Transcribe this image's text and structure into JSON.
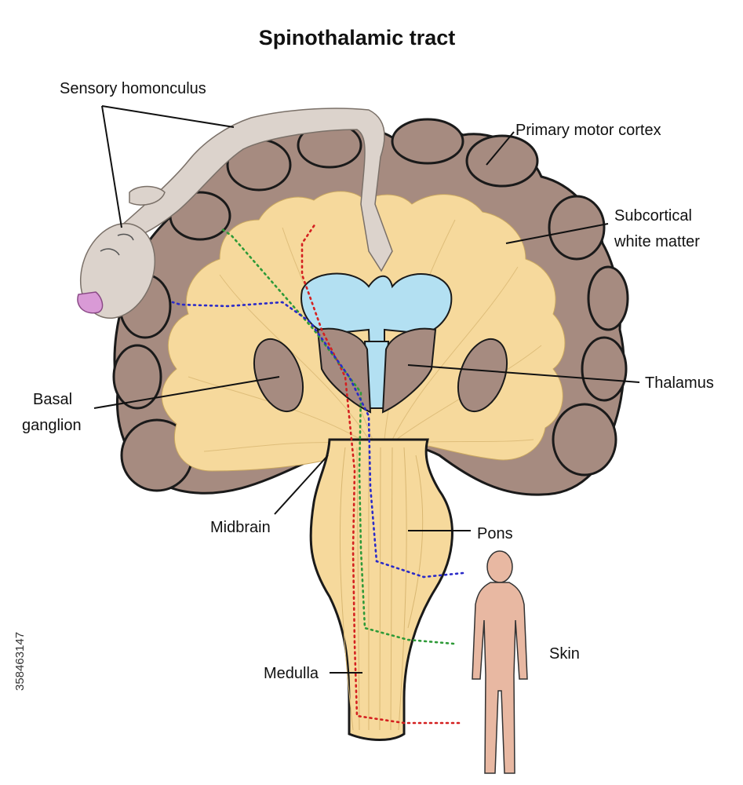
{
  "title": "Spinothalamic tract",
  "labels": {
    "sensory_homonculus": "Sensory homonculus",
    "primary_motor_cortex": "Primary motor cortex",
    "subcortical_line1": "Subcortical",
    "subcortical_line2": "white matter",
    "thalamus": "Thalamus",
    "basal_line1": "Basal",
    "basal_line2": "ganglion",
    "midbrain": "Midbrain",
    "pons": "Pons",
    "skin": "Skin",
    "medulla": "Medulla"
  },
  "stock_id": "358463147",
  "colors": {
    "cortex": "#a68b80",
    "white_matter": "#f6d99c",
    "ventricle": "#b3e0f2",
    "thalamus": "#a68b80",
    "skin": "#e8b8a2",
    "homunculus": "#dcd3cc",
    "tongue": "#d99ad6",
    "tract_red": "#d42020",
    "tract_green": "#2e9a38",
    "tract_blue": "#2a2ac8"
  }
}
